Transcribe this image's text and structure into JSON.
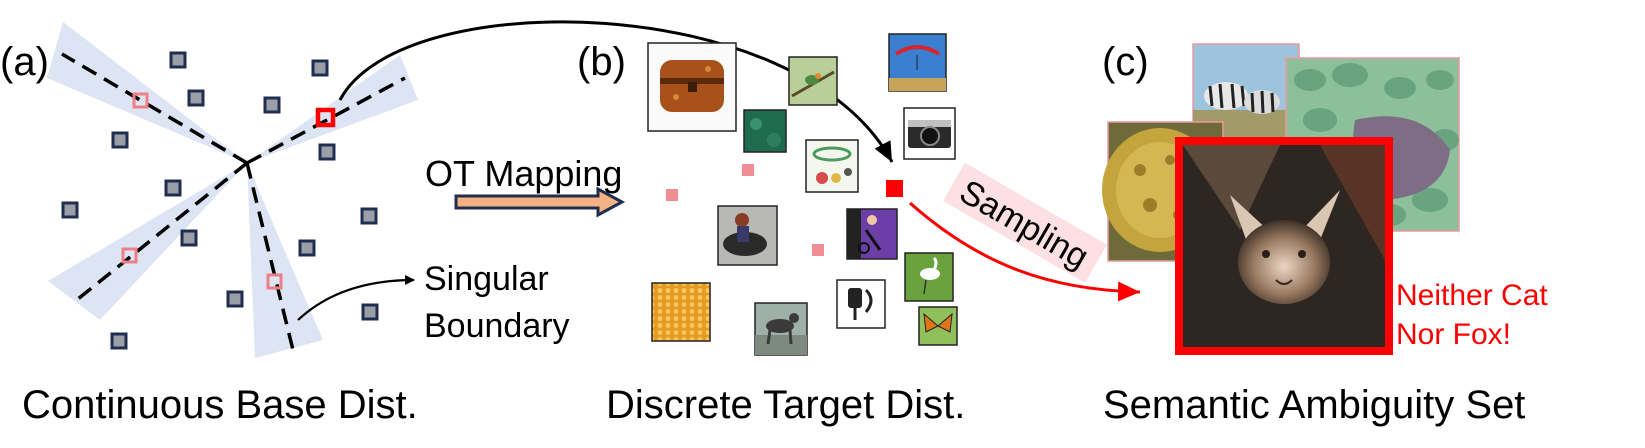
{
  "panels": {
    "a": {
      "letter": "(a)",
      "caption": "Continuous Base Dist."
    },
    "b": {
      "letter": "(b)",
      "caption": "Discrete Target Dist."
    },
    "c": {
      "letter": "(c)",
      "caption": "Semantic Ambiguity Set"
    }
  },
  "annotations": {
    "boundary_line1": "Singular",
    "boundary_line2": "Boundary",
    "ot_mapping": "OT Mapping",
    "sampling": "Sampling",
    "ambiguity_line1": "Neither Cat",
    "ambiguity_line2": "Nor Fox!"
  },
  "thumbnails_b": [
    "treasure-chest",
    "bird-on-branch",
    "paraglider",
    "underwater-scene",
    "camera",
    "circular-objects",
    "person-with-dog",
    "person-on-machine",
    "egret",
    "honeycomb",
    "dog-on-rocks",
    "spotlight",
    "monarch-butterfly"
  ],
  "thumbnails_c": [
    "zebras",
    "leafy-texture",
    "golden-object",
    "cat-fox-blend"
  ],
  "colors": {
    "marker_navy": "#1f2d4f",
    "marker_fill": "#9a9ea6",
    "marker_pink": "#ee7f86",
    "marker_red": "#ff0000",
    "cone_fill": "#dde5f5",
    "ot_arrow_fill": "#f4b183",
    "ot_arrow_stroke": "#1f2d4f",
    "sampling_bg": "#fde0e2",
    "red_text": "#ff0000"
  }
}
